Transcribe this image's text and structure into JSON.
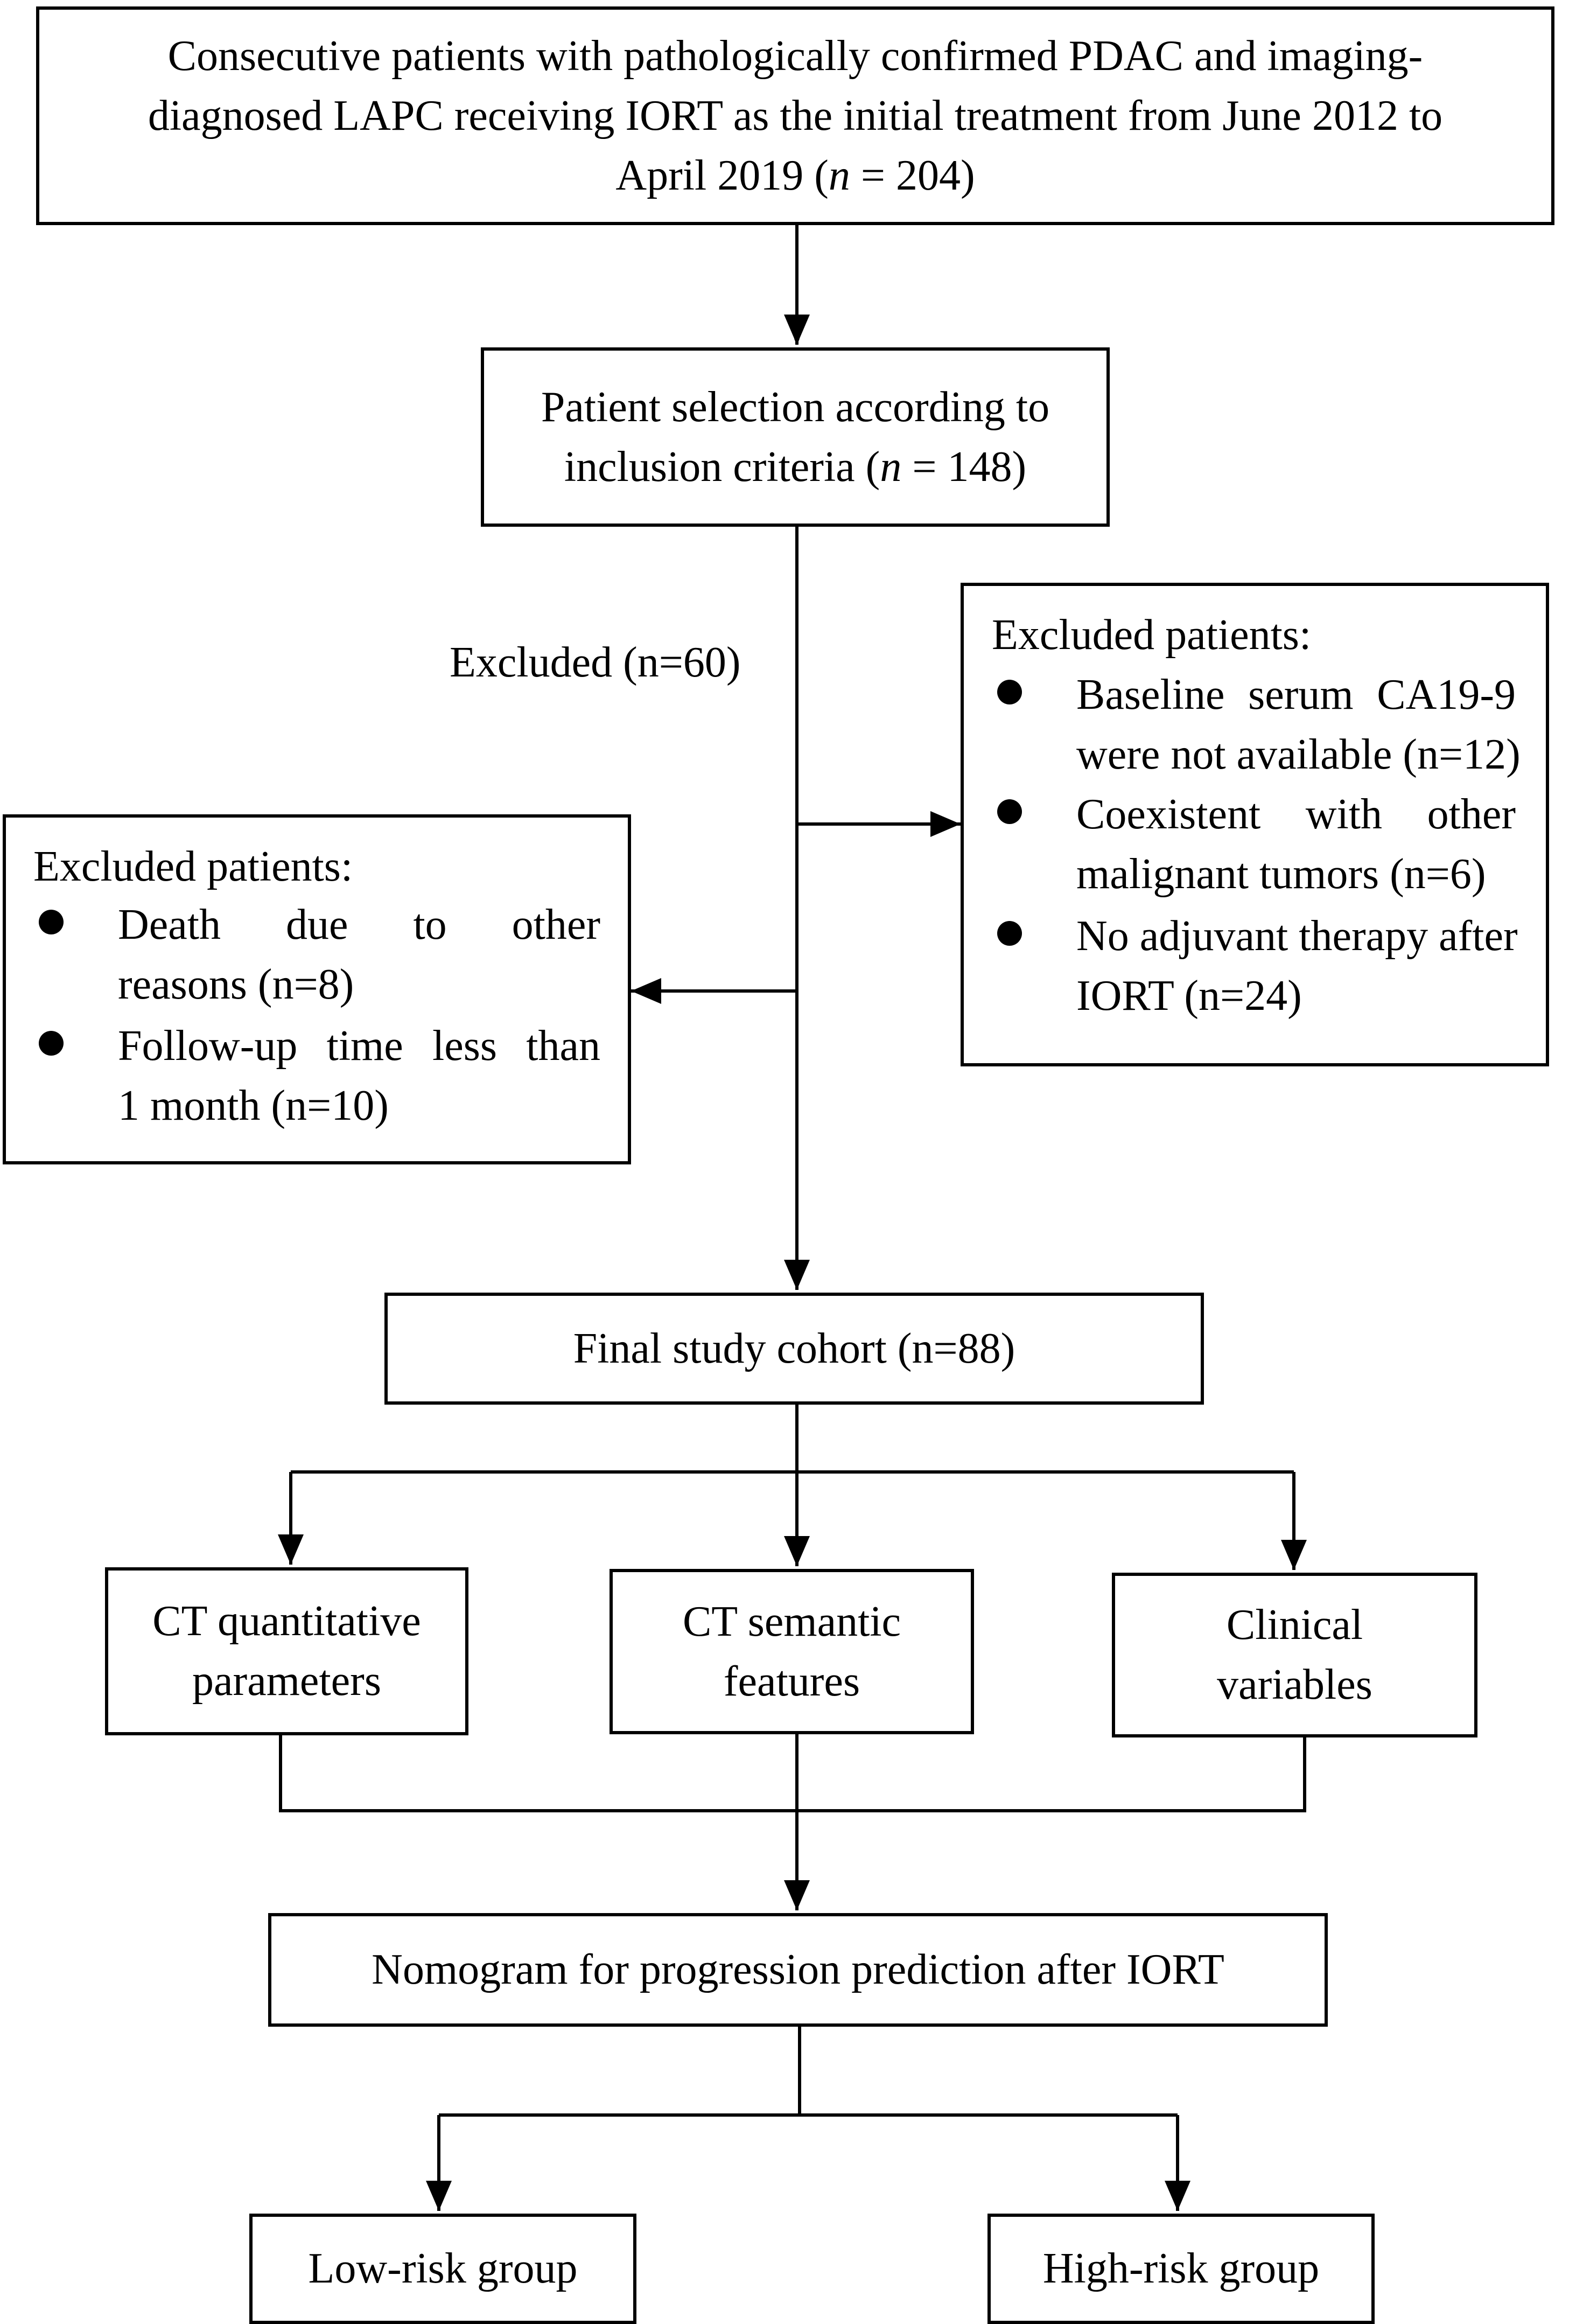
{
  "nodes": {
    "top": {
      "line1": "Consecutive patients with pathologically confirmed PDAC and imaging-",
      "line2": "diagnosed LAPC receiving IORT as the initial treatment from June 2012 to",
      "line3_pre": "April 2019 (",
      "n_symbol": "n",
      "line3_post": " = 204)"
    },
    "selection": {
      "line1": "Patient selection according to",
      "line2_pre": "inclusion criteria (",
      "n_symbol": "n",
      "line2_post": " = 148)"
    },
    "excluded_label": "Excluded (n=60)",
    "right_exclusions": {
      "heading": "Excluded patients:",
      "items": [
        {
          "line1": "Baseline serum CA19-9",
          "line2": "were not available (n=12)"
        },
        {
          "line1": "Coexistent with other",
          "line2": "malignant tumors (n=6)"
        },
        {
          "line1": "No adjuvant therapy after",
          "line2": "IORT (n=24)"
        }
      ]
    },
    "left_exclusions": {
      "heading": "Excluded patients:",
      "items": [
        {
          "line1": "Death due to other",
          "line2": "reasons (n=8)"
        },
        {
          "line1": "Follow-up time less than",
          "line2": "1 month (n=10)"
        }
      ]
    },
    "final_cohort": "Final study cohort (n=88)",
    "ct_quantitative": {
      "line1": "CT quantitative",
      "line2": "parameters"
    },
    "ct_semantic": {
      "line1": "CT semantic",
      "line2": "features"
    },
    "clinical": {
      "line1": "Clinical",
      "line2": "variables"
    },
    "nomogram": "Nomogram for progression prediction after IORT",
    "low_risk": "Low-risk group",
    "high_risk": "High-risk group"
  }
}
